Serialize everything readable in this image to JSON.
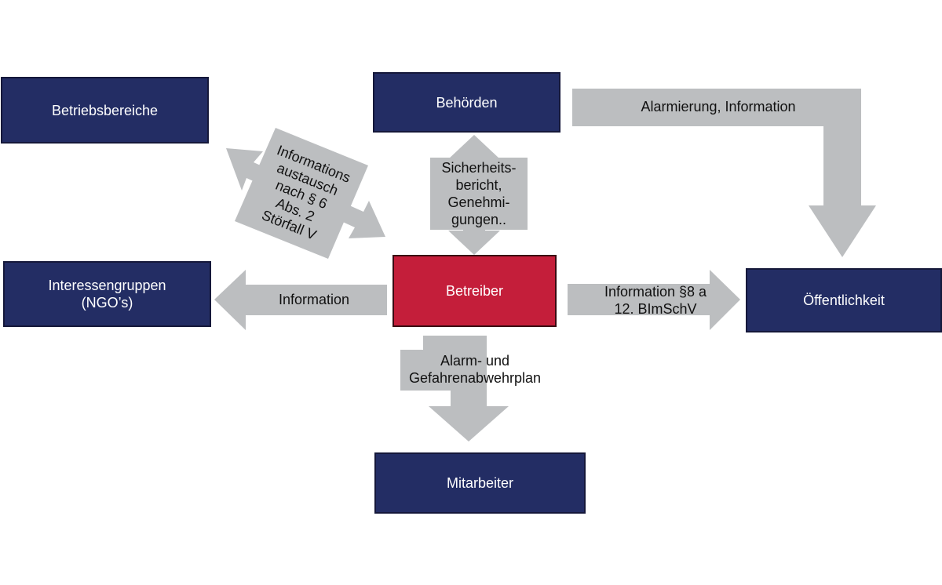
{
  "colors": {
    "node": "#232d64",
    "central": "#c41e3a",
    "arrow": "#bcbec0",
    "node_text": "#ffffff",
    "arrow_text": "#111111"
  },
  "nodes": {
    "betriebsbereiche": "Betriebsbereiche",
    "behoerden": "Behörden",
    "interessengruppen": "Interessengruppen\n(NGO’s)",
    "betreiber": "Betreiber",
    "oeffentlichkeit": "Öffentlichkeit",
    "mitarbeiter": "Mitarbeiter"
  },
  "arrows": {
    "alarmierung": "Alarmierung, Information",
    "informationsaustausch": "Informations\naustausch\nnach § 6\nAbs. 2\nStörfall V",
    "sicherheitsbericht": "Sicherheits-\nbericht,\nGenehmi-\ngungen..",
    "information_left": "Information",
    "information_right": "Information §8 a\n12. BImSchV",
    "alarmplan": "Alarm- und\nGefahrenabwehrplan"
  }
}
